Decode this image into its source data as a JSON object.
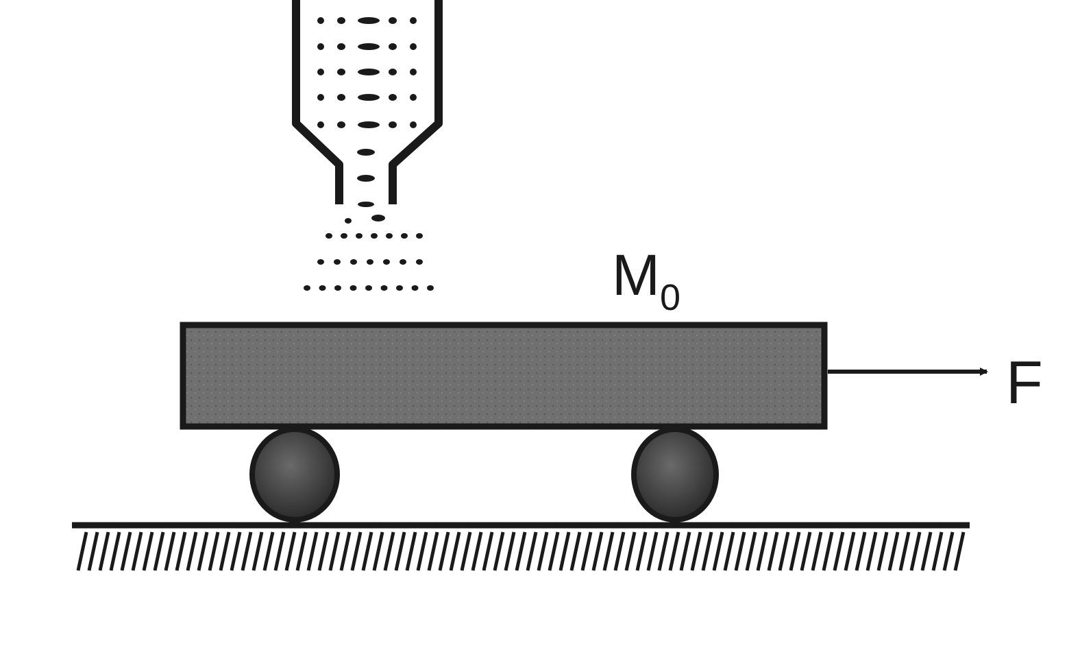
{
  "labels": {
    "mass": "M",
    "mass_subscript": "0",
    "force": "F"
  },
  "colors": {
    "ink": "#1a1a1a",
    "cart_fill": "#6f6f6f",
    "wheel_fill": "#4a4a4a",
    "sand": "#1a1a1a",
    "background": "#ffffff"
  }
}
